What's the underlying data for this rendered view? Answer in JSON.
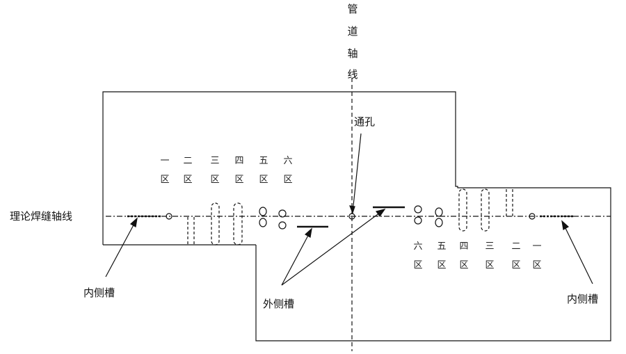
{
  "labels": {
    "pipe_axis": [
      "管",
      "道",
      "轴",
      "线"
    ],
    "through_hole": "通孔",
    "weld_axis": "理论焊缝轴线",
    "inner_groove_left": "内侧槽",
    "outer_groove": "外侧槽",
    "inner_groove_right": "内侧槽"
  },
  "zones_left": [
    {
      "num": "一",
      "word": "区"
    },
    {
      "num": "二",
      "word": "区"
    },
    {
      "num": "三",
      "word": "区"
    },
    {
      "num": "四",
      "word": "区"
    },
    {
      "num": "五",
      "word": "区"
    },
    {
      "num": "六",
      "word": "区"
    }
  ],
  "zones_right": [
    {
      "num": "六",
      "word": "区"
    },
    {
      "num": "五",
      "word": "区"
    },
    {
      "num": "四",
      "word": "区"
    },
    {
      "num": "三",
      "word": "区"
    },
    {
      "num": "二",
      "word": "区"
    },
    {
      "num": "一",
      "word": "区"
    }
  ],
  "colors": {
    "line": "#111111",
    "background": "#ffffff"
  }
}
